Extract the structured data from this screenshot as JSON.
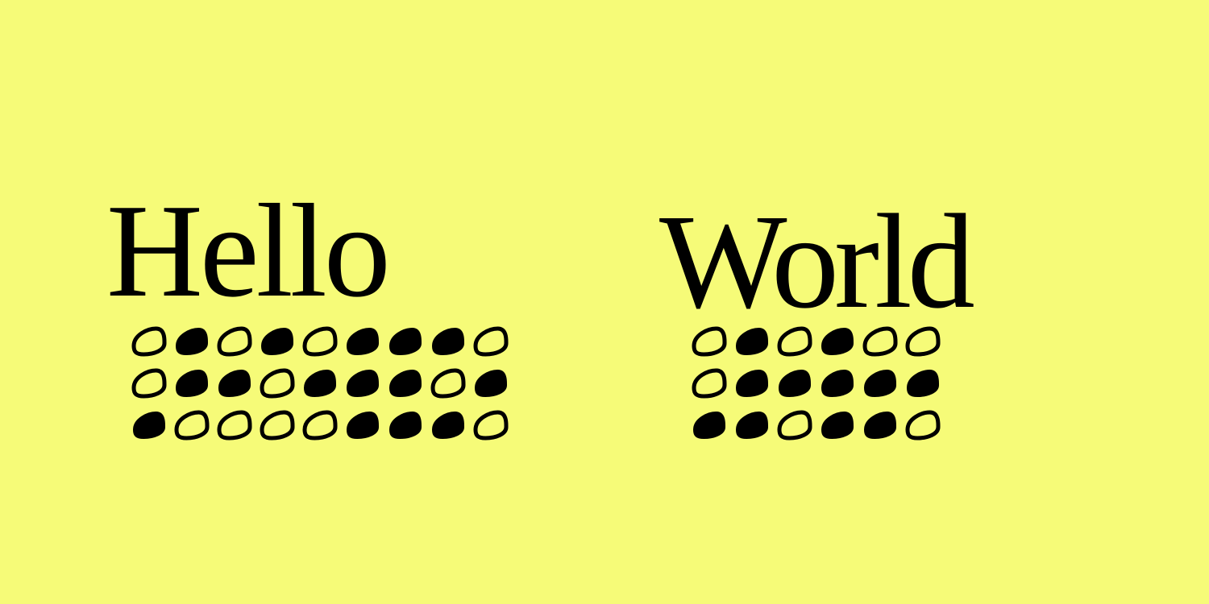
{
  "colors": {
    "background": "#f6fb78",
    "ink": "#000000"
  },
  "words": [
    {
      "text": "Hello",
      "dots": [
        [
          "outline",
          "filled",
          "outline",
          "filled",
          "outline",
          "filled",
          "filled",
          "filled",
          "outline"
        ],
        [
          "outline",
          "filled",
          "filled",
          "outline",
          "filled",
          "filled",
          "filled",
          "outline",
          "filled"
        ],
        [
          "filled",
          "outline",
          "outline",
          "outline",
          "outline",
          "filled",
          "filled",
          "filled",
          "outline"
        ]
      ]
    },
    {
      "text": "World",
      "dots": [
        [
          "outline",
          "filled",
          "outline",
          "filled",
          "outline",
          "outline"
        ],
        [
          "outline",
          "filled",
          "filled",
          "filled",
          "filled",
          "filled"
        ],
        [
          "filled",
          "filled",
          "outline",
          "filled",
          "filled",
          "outline"
        ]
      ]
    }
  ]
}
